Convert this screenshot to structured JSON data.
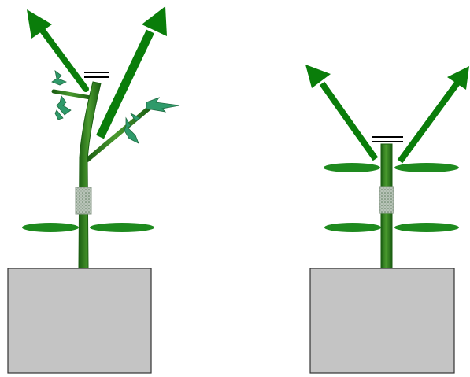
{
  "colors": {
    "background": "#ffffff",
    "arrow": "#0a7d0a",
    "stem": "#2e7d1f",
    "stem_dark": "#1b5e12",
    "leaf": "#1e8a1e",
    "serrated_leaf": "#2f9a6a",
    "pot_fill": "#c4c4c4",
    "pot_stroke": "#333333",
    "graft_band": "#9aa89a",
    "cut_mark": "#000000"
  },
  "plants": [
    {
      "id": "plant-left",
      "description_icons": [
        "pot",
        "stem",
        "graft-band",
        "cut-mark",
        "growth-arrow",
        "growth-arrow",
        "oval-leaf",
        "oval-leaf",
        "serrated-leaf",
        "serrated-leaf",
        "serrated-leaf"
      ],
      "shoot_count": 2,
      "has_side_branches": true
    },
    {
      "id": "plant-right",
      "description_icons": [
        "pot",
        "stem",
        "graft-band",
        "cut-mark",
        "growth-arrow",
        "growth-arrow",
        "oval-leaf",
        "oval-leaf",
        "oval-leaf",
        "oval-leaf"
      ],
      "shoot_count": 2,
      "has_side_branches": false
    }
  ]
}
